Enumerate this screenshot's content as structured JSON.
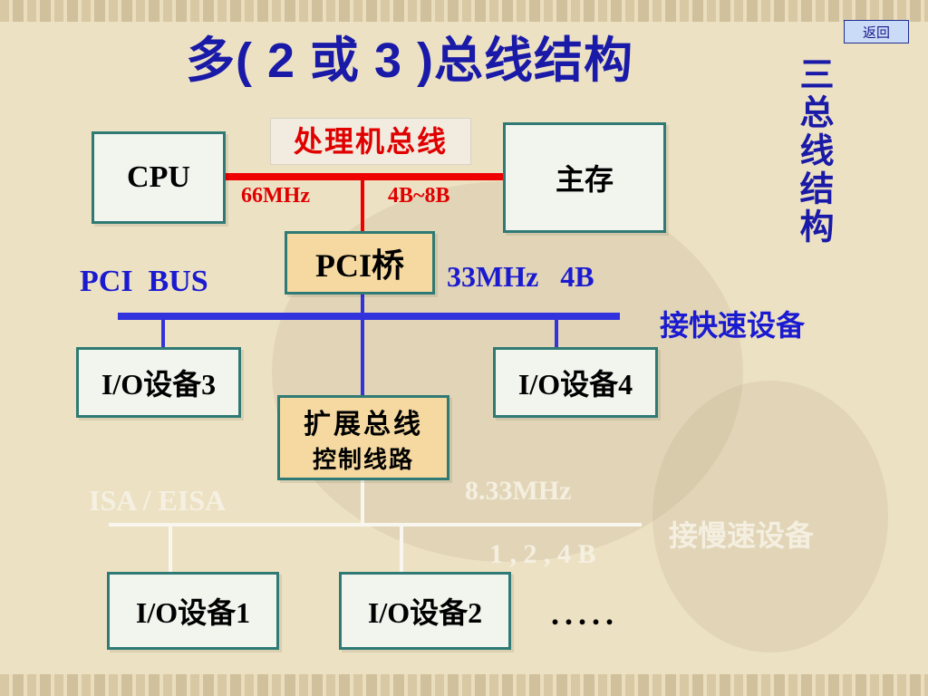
{
  "slide": {
    "title": "多( 2 或 3 )总线结构",
    "back_button": "返回",
    "side_title": "三总线结构"
  },
  "processor_bus": {
    "label": "处理机总线",
    "speed": "66MHz",
    "width": "4B~8B",
    "color": "#ee0000"
  },
  "pci_bus": {
    "label": "PCI  BUS",
    "speed_width": "33MHz   4B",
    "note": "接快速设备",
    "color": "#3333dd"
  },
  "expansion_bus": {
    "label": "ISA / EISA",
    "speed": "8.33MHz",
    "width": "1 , 2 , 4 B",
    "note": "接慢速设备"
  },
  "blocks": {
    "cpu": "CPU",
    "main_memory": "主存",
    "pci_bridge": "PCI桥",
    "io3": "I/O设备3",
    "io4": "I/O设备4",
    "expansion_ctrl_line1": "扩展总线",
    "expansion_ctrl_line2": "控制线路",
    "io1": "I/O设备1",
    "io2": "I/O设备2",
    "ellipsis": "....."
  }
}
